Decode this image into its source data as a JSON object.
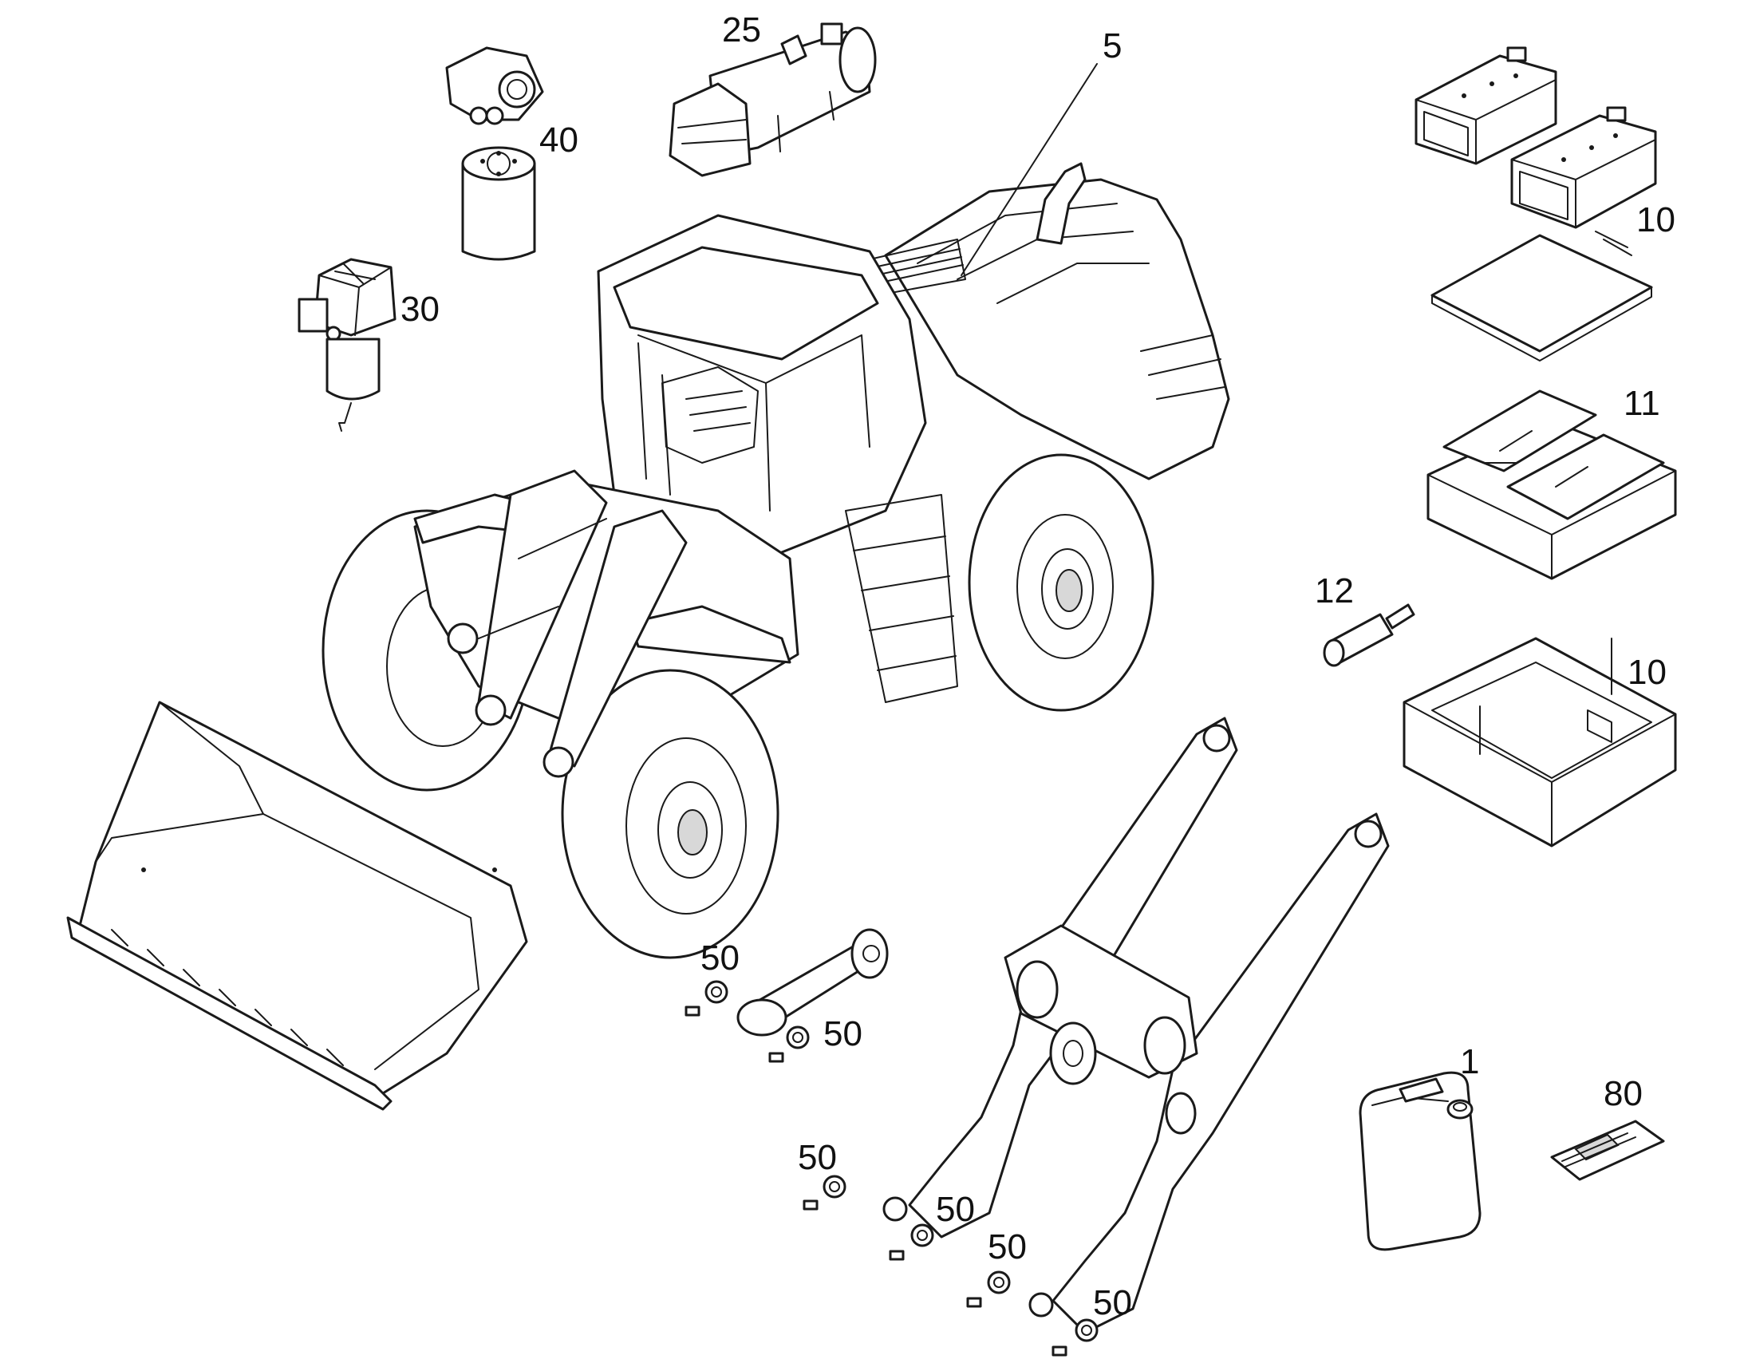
{
  "callouts": {
    "c1": "1",
    "c5": "5",
    "c10a": "10",
    "c10b": "10",
    "c11": "11",
    "c12": "12",
    "c25": "25",
    "c30": "30",
    "c40": "40",
    "c50a": "50",
    "c50b": "50",
    "c50c": "50",
    "c50d": "50",
    "c50e": "50",
    "c50f": "50",
    "c80": "80"
  }
}
